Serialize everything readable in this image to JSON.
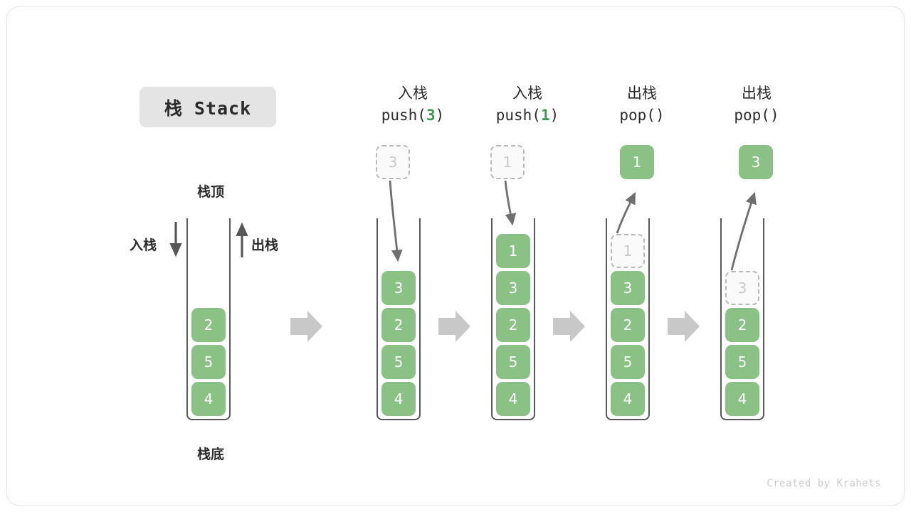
{
  "title_badge": {
    "text": "栈 Stack"
  },
  "left_diagram": {
    "top_label": "栈顶",
    "bottom_label": "栈底",
    "push_label": "入栈",
    "pop_label": "出栈",
    "elements": [
      "2",
      "5",
      "4"
    ]
  },
  "columns": [
    {
      "id": "push-3",
      "op_cn": "入栈",
      "op_code_prefix": "push(",
      "op_code_arg": "3",
      "op_code_suffix": ")",
      "floating": {
        "value": "3",
        "style": "ghost"
      },
      "stack": [
        {
          "value": "3",
          "style": "solid"
        },
        {
          "value": "2",
          "style": "solid"
        },
        {
          "value": "5",
          "style": "solid"
        },
        {
          "value": "4",
          "style": "solid"
        }
      ]
    },
    {
      "id": "push-1",
      "op_cn": "入栈",
      "op_code_prefix": "push(",
      "op_code_arg": "1",
      "op_code_suffix": ")",
      "floating": {
        "value": "1",
        "style": "ghost"
      },
      "stack": [
        {
          "value": "1",
          "style": "solid"
        },
        {
          "value": "3",
          "style": "solid"
        },
        {
          "value": "2",
          "style": "solid"
        },
        {
          "value": "5",
          "style": "solid"
        },
        {
          "value": "4",
          "style": "solid"
        }
      ]
    },
    {
      "id": "pop-1",
      "op_cn": "出栈",
      "op_code_prefix": "pop(",
      "op_code_arg": "",
      "op_code_suffix": ")",
      "floating": {
        "value": "1",
        "style": "solid"
      },
      "stack": [
        {
          "value": "1",
          "style": "ghost"
        },
        {
          "value": "3",
          "style": "solid"
        },
        {
          "value": "2",
          "style": "solid"
        },
        {
          "value": "5",
          "style": "solid"
        },
        {
          "value": "4",
          "style": "solid"
        }
      ]
    },
    {
      "id": "pop-3",
      "op_cn": "出栈",
      "op_code_prefix": "pop(",
      "op_code_arg": "",
      "op_code_suffix": ")",
      "floating": {
        "value": "3",
        "style": "solid"
      },
      "stack": [
        {
          "value": "3",
          "style": "ghost"
        },
        {
          "value": "2",
          "style": "solid"
        },
        {
          "value": "5",
          "style": "solid"
        },
        {
          "value": "4",
          "style": "solid"
        }
      ]
    }
  ],
  "credit": "Created by Krahets",
  "colors": {
    "element_green": "#8ac185",
    "accent_green": "#3e9950",
    "rail_gray": "#58585a",
    "ghost_border": "#b9b9b9",
    "flow_arrow": "#c8c8c8",
    "badge_bg": "#e4e4e4"
  }
}
